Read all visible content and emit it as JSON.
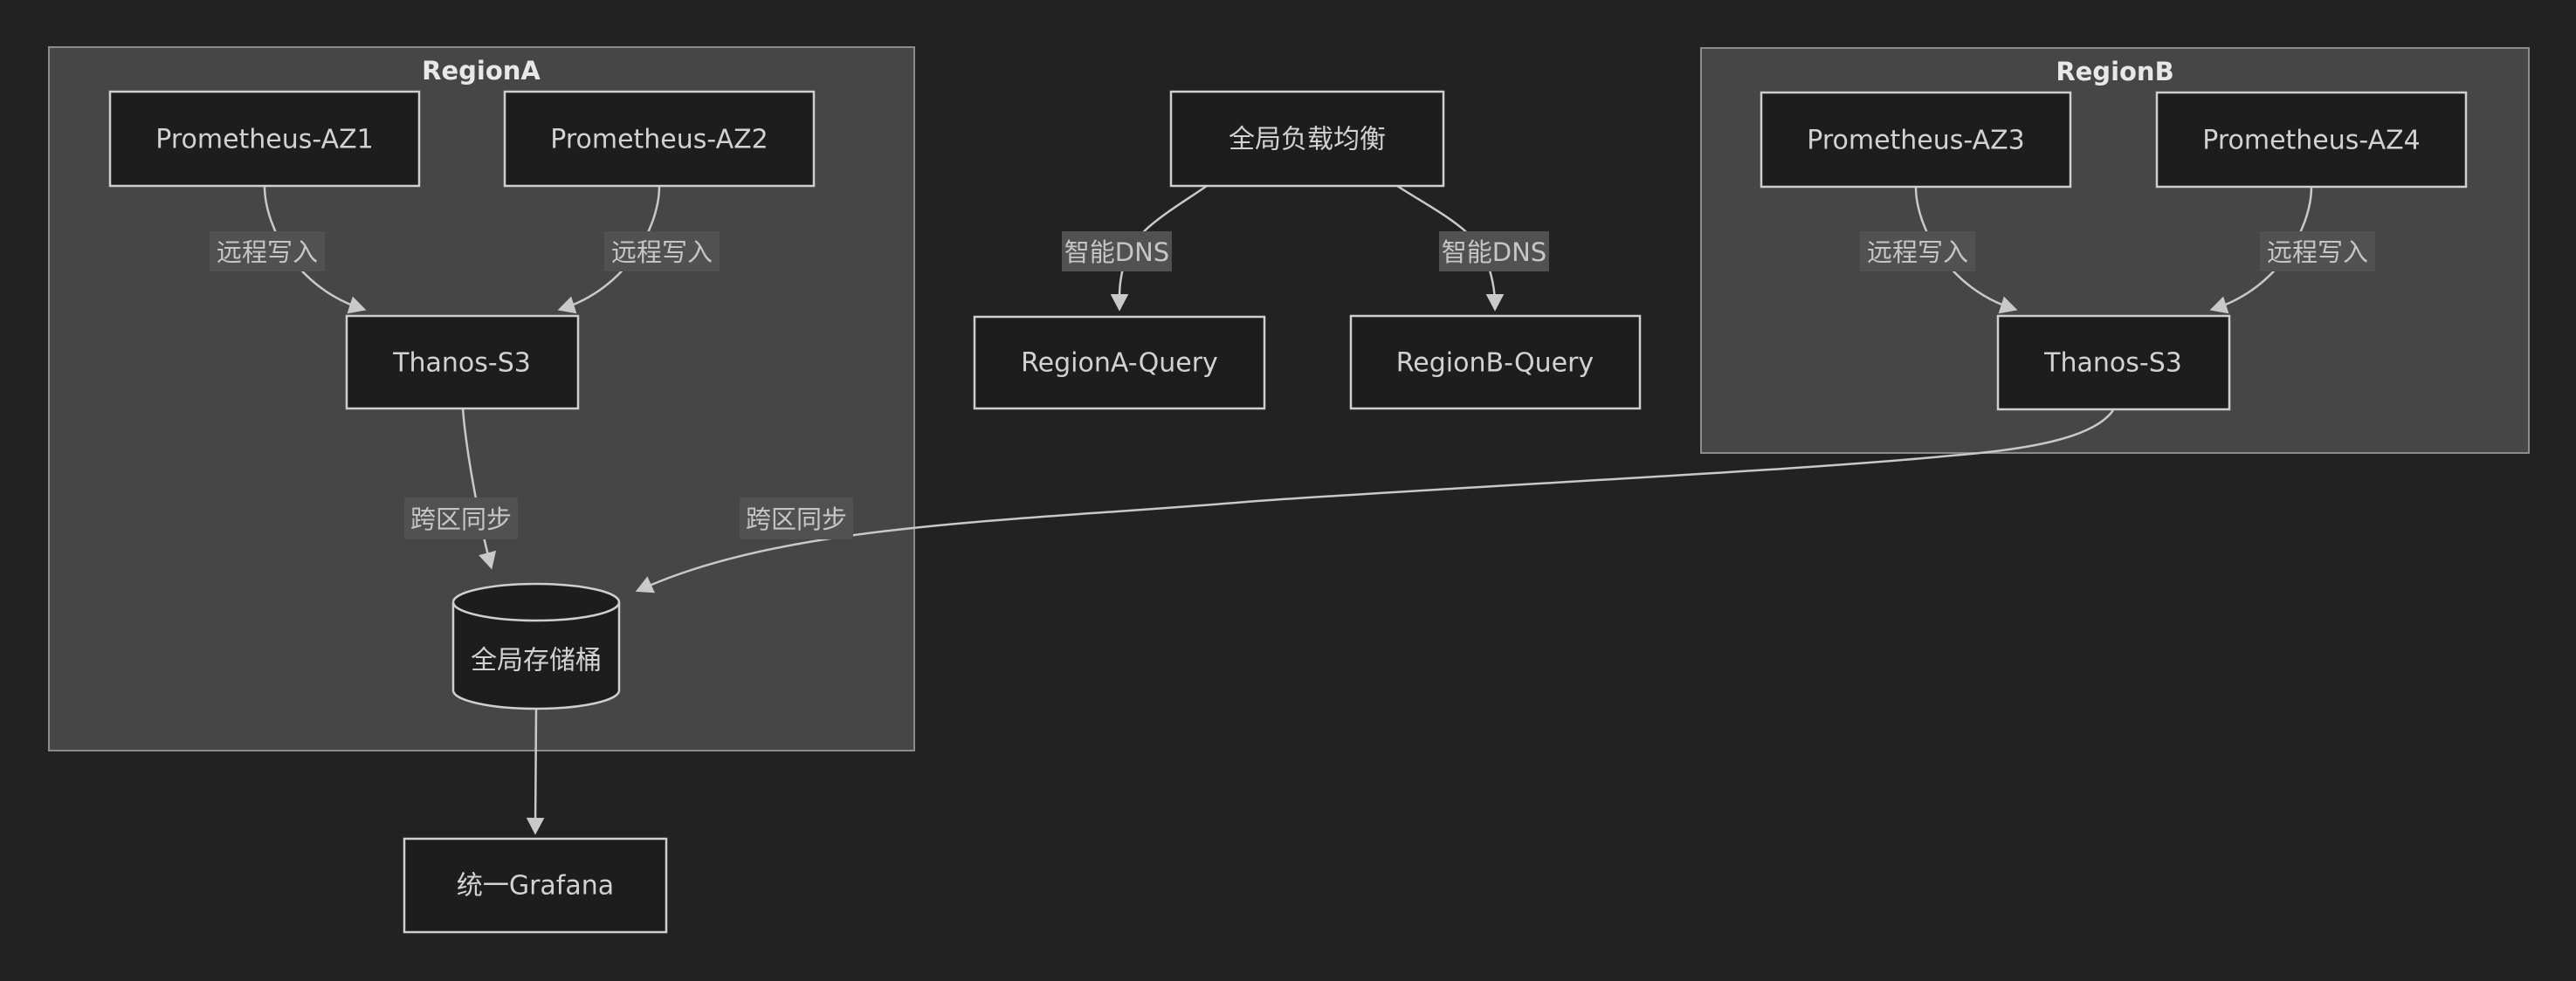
{
  "diagram": {
    "type": "flowchart",
    "background_color": "#222222",
    "colors": {
      "cluster_fill": "#464646",
      "cluster_border": "#8c8c8c",
      "node_fill": "#1d1d1d",
      "node_border": "#cfcfcf",
      "edge_line": "#c9c9c9",
      "edge_label_bg": "#515151",
      "node_text": "#d2d2d2",
      "cluster_title_text": "#e8e8e8",
      "edge_label_text": "#c6c6c6"
    },
    "clusters": [
      {
        "label": "RegionA"
      },
      {
        "label": "RegionB"
      }
    ],
    "nodes": {
      "prom_az1": {
        "label": "Prometheus-AZ1",
        "shape": "rect",
        "cluster": "RegionA"
      },
      "prom_az2": {
        "label": "Prometheus-AZ2",
        "shape": "rect",
        "cluster": "RegionA"
      },
      "thanos_a": {
        "label": "Thanos-S3",
        "shape": "rect",
        "cluster": "RegionA"
      },
      "bucket": {
        "label": "全局存储桶",
        "shape": "cylinder",
        "cluster": "RegionA"
      },
      "prom_az3": {
        "label": "Prometheus-AZ3",
        "shape": "rect",
        "cluster": "RegionB"
      },
      "prom_az4": {
        "label": "Prometheus-AZ4",
        "shape": "rect",
        "cluster": "RegionB"
      },
      "thanos_b": {
        "label": "Thanos-S3",
        "shape": "rect",
        "cluster": "RegionB"
      },
      "lb": {
        "label": "全局负载均衡",
        "shape": "rect",
        "cluster": null
      },
      "query_a": {
        "label": "RegionA-Query",
        "shape": "rect",
        "cluster": null
      },
      "query_b": {
        "label": "RegionB-Query",
        "shape": "rect",
        "cluster": null
      },
      "grafana": {
        "label": "统一Grafana",
        "shape": "rect",
        "cluster": null
      }
    },
    "edge_labels": {
      "remote_write": "远程写入",
      "smart_dns": "智能DNS",
      "cross_sync": "跨区同步"
    },
    "edges": [
      {
        "from": "Prometheus-AZ1",
        "to": "Thanos-S3 (RegionA)",
        "label": "远程写入"
      },
      {
        "from": "Prometheus-AZ2",
        "to": "Thanos-S3 (RegionA)",
        "label": "远程写入"
      },
      {
        "from": "Thanos-S3 (RegionA)",
        "to": "全局存储桶",
        "label": "跨区同步"
      },
      {
        "from": "Thanos-S3 (RegionB)",
        "to": "全局存储桶",
        "label": "跨区同步"
      },
      {
        "from": "全局存储桶",
        "to": "统一Grafana",
        "label": ""
      },
      {
        "from": "全局负载均衡",
        "to": "RegionA-Query",
        "label": "智能DNS"
      },
      {
        "from": "全局负载均衡",
        "to": "RegionB-Query",
        "label": "智能DNS"
      },
      {
        "from": "Prometheus-AZ3",
        "to": "Thanos-S3 (RegionB)",
        "label": "远程写入"
      },
      {
        "from": "Prometheus-AZ4",
        "to": "Thanos-S3 (RegionB)",
        "label": "远程写入"
      }
    ]
  }
}
